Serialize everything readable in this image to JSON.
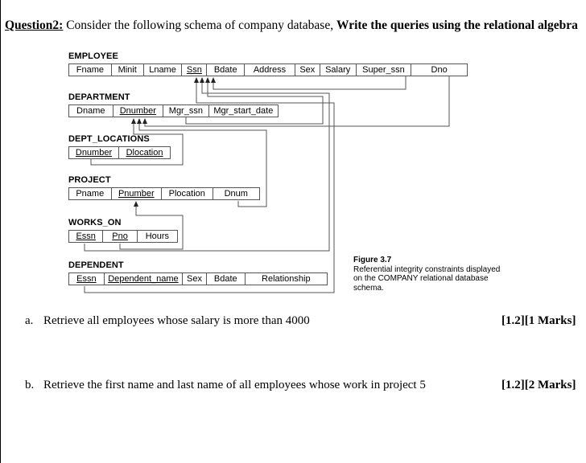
{
  "question": {
    "label": "Question2:",
    "text": " Consider the following schema of company database, ",
    "bold_text": "Write the queries using the relational algebra"
  },
  "schema": {
    "employee": {
      "name": "EMPLOYEE",
      "attributes": [
        "Fname",
        "Minit",
        "Lname",
        "Ssn",
        "Bdate",
        "Address",
        "Sex",
        "Salary",
        "Super_ssn",
        "Dno"
      ]
    },
    "department": {
      "name": "DEPARTMENT",
      "attributes": [
        "Dname",
        "Dnumber",
        "Mgr_ssn",
        "Mgr_start_date"
      ]
    },
    "dept_locations": {
      "name": "DEPT_LOCATIONS",
      "attributes": [
        "Dnumber",
        "Dlocation"
      ]
    },
    "project": {
      "name": "PROJECT",
      "attributes": [
        "Pname",
        "Pnumber",
        "Plocation",
        "Dnum"
      ]
    },
    "works_on": {
      "name": "WORKS_ON",
      "attributes": [
        "Essn",
        "Pno",
        "Hours"
      ]
    },
    "dependent": {
      "name": "DEPENDENT",
      "attributes": [
        "Essn",
        "Dependent_name",
        "Sex",
        "Bdate",
        "Relationship"
      ]
    }
  },
  "figure_caption": {
    "title": "Figure 3.7",
    "line1": "Referential integrity constraints displayed",
    "line2": "on the COMPANY relational database",
    "line3": "schema."
  },
  "questions": [
    {
      "letter": "a.",
      "text": "Retrieve all employees whose salary is more than 4000",
      "marks": "[1.2][1 Marks]"
    },
    {
      "letter": "b.",
      "text": "Retrieve the first name and last name of all employees whose work in project 5",
      "marks": "[1.2][2 Marks]"
    }
  ]
}
